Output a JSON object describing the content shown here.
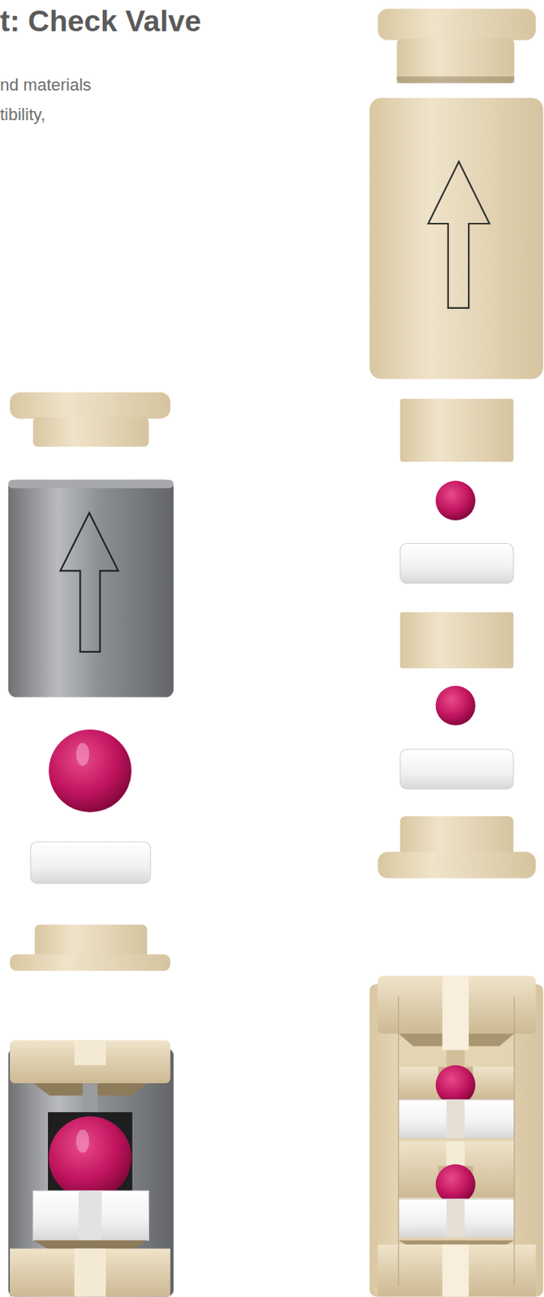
{
  "diagram": {
    "title": "t: Check Valve",
    "labels": [
      "nd materials",
      "tibility,"
    ]
  }
}
